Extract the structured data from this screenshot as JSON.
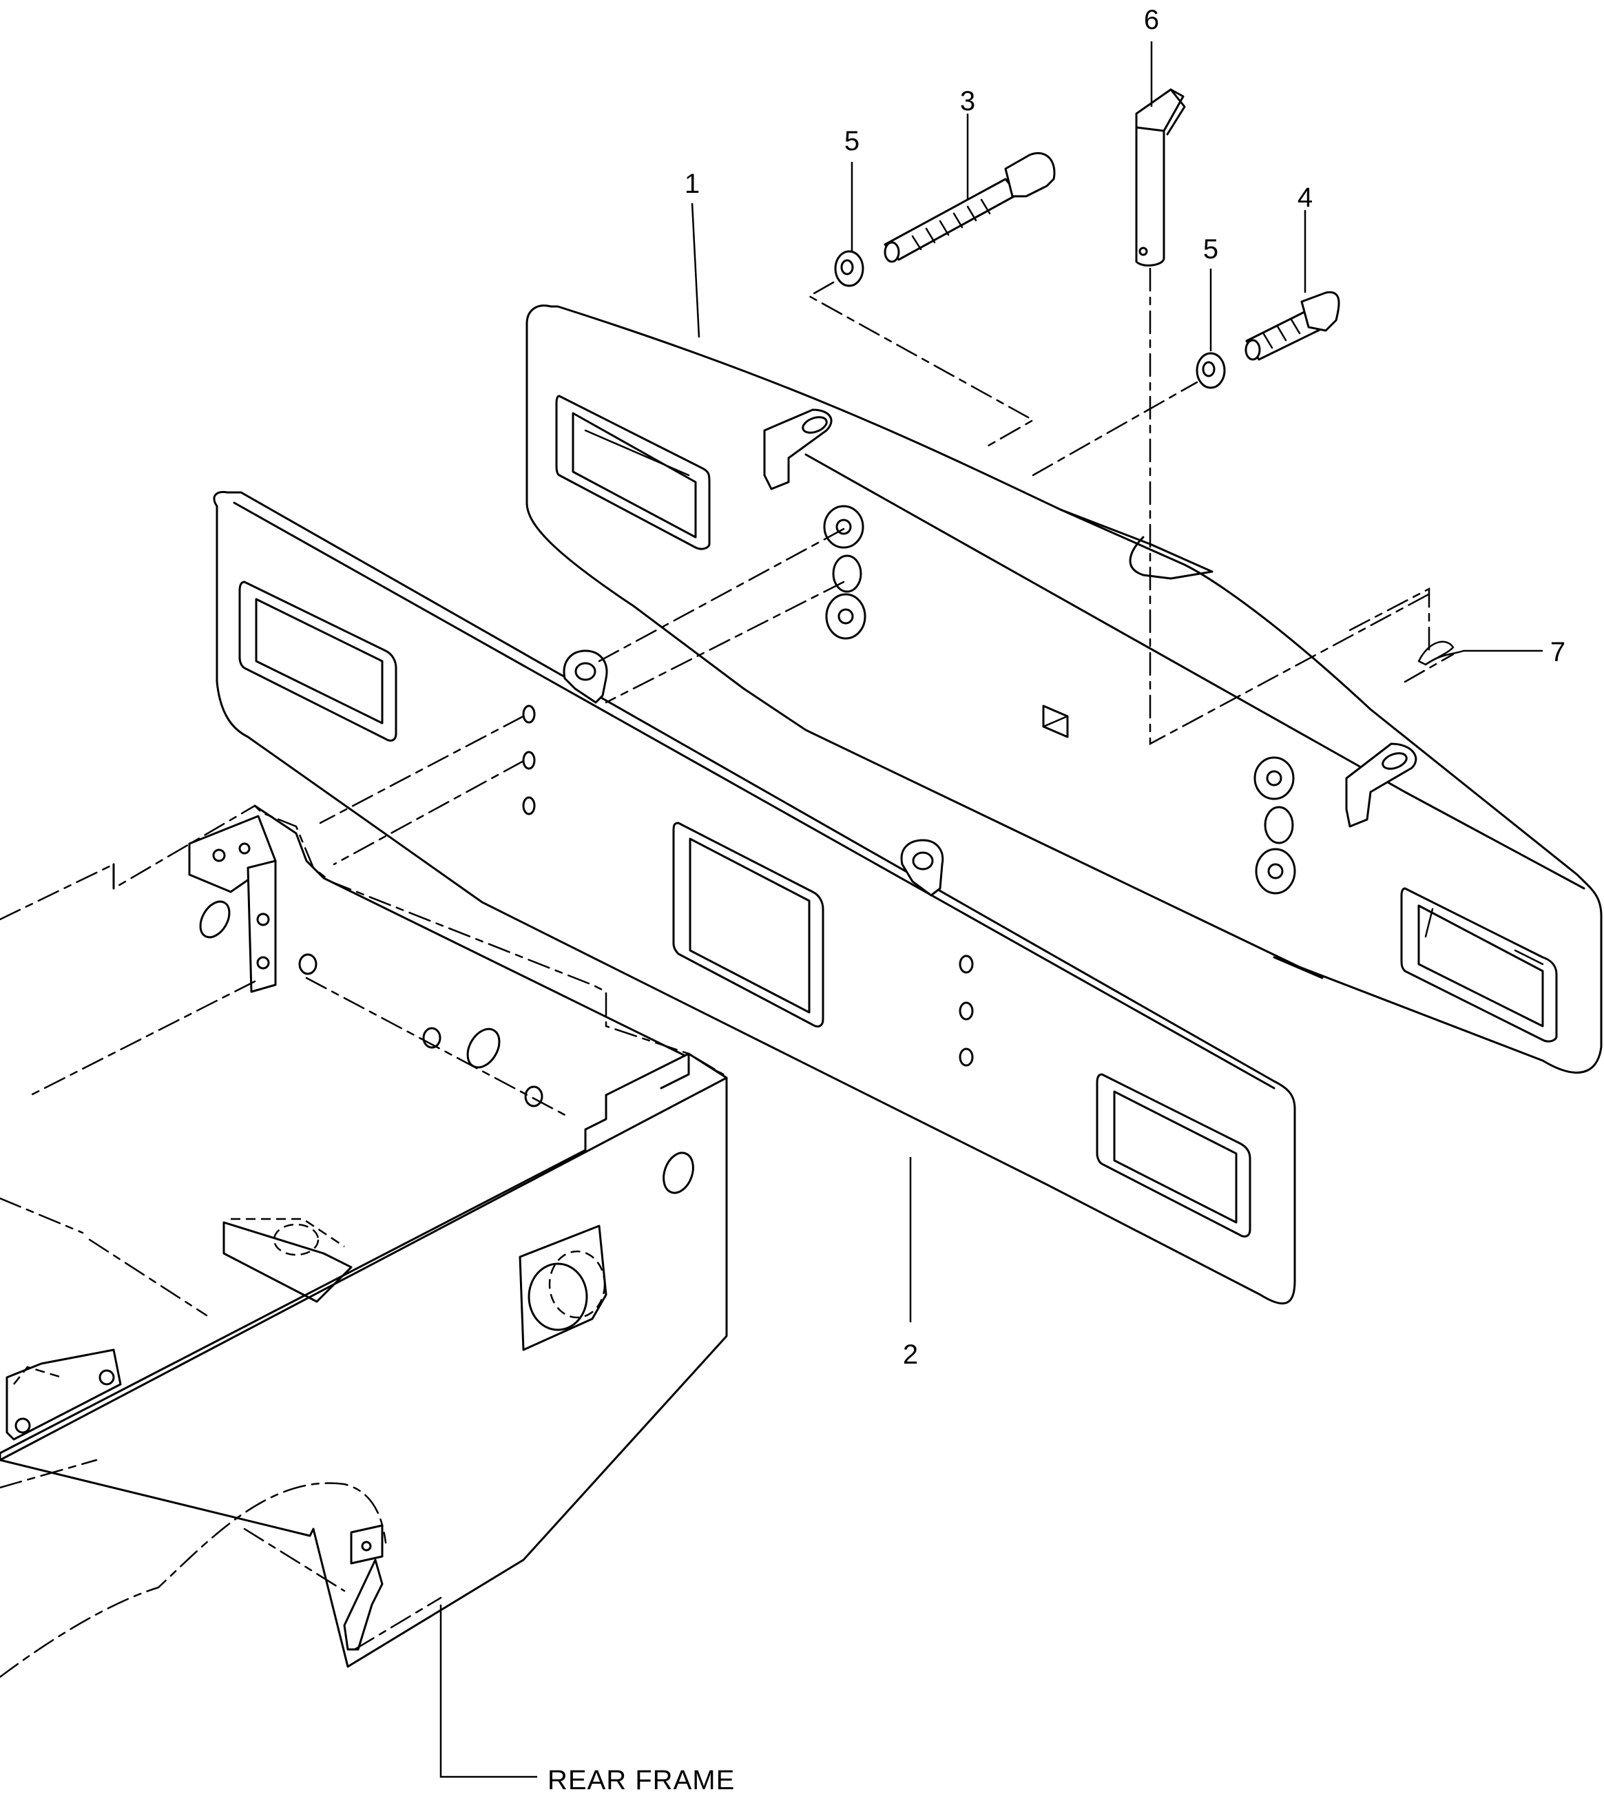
{
  "callouts": {
    "c1": "1",
    "c2": "2",
    "c3": "3",
    "c4": "4",
    "c5a": "5",
    "c5b": "5",
    "c6": "6",
    "c7": "7"
  },
  "labels": {
    "rear_frame": "REAR FRAME"
  }
}
